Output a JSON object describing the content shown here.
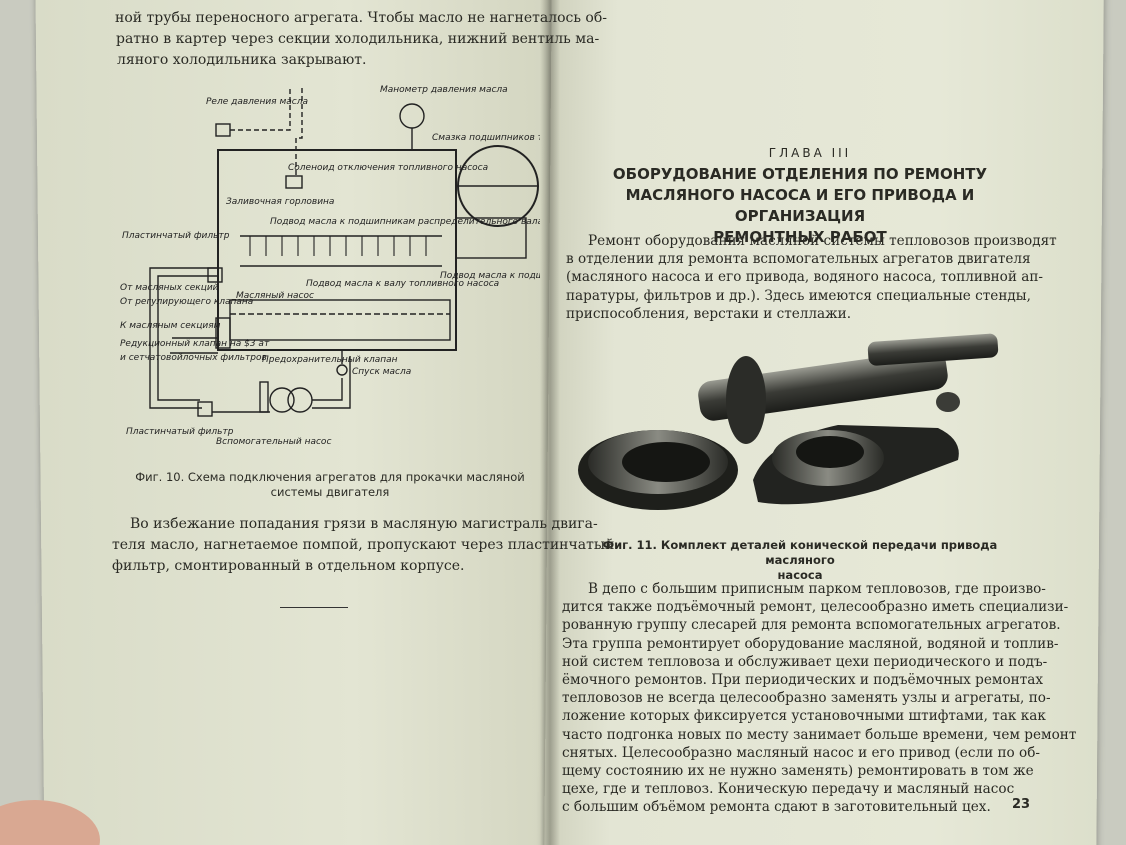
{
  "left_page": {
    "top_lines": [
      "ной трубы переносного агрегата. Чтобы масло не нагнеталось об-",
      "ратно в картер через секции холодильника, нижний вентиль ма-",
      "ляного холодильника закрывают."
    ],
    "diagram_labels": {
      "relay": "Реле давления масла",
      "manometer": "Манометр давления масла",
      "turbo_lube": "Смазка подшипников турбовоздуходувки",
      "solenoid": "Соленоид отключения топливного насоса",
      "filler": "Заливочная горловина",
      "feed_dist": "Подвод масла к подшипникам распределительного вала",
      "plate_filter_top": "Пластинчатый фильтр",
      "from_sections": "От масляных секций",
      "from_regulating": "От регулирующего клапана",
      "to_sections": "К масляным секциям",
      "reducing_valve": "Редукционный клапан на $3 ат",
      "fine_filters": "и сетчатовойлочных фильтров",
      "oil_pump": "Масляный насос",
      "feed_fuel": "Подвод масла к валу топливного насоса",
      "feed_crank": "Подвод масла к подшипникам коленчатого вала",
      "safety_valve": "Предохранительный клапан",
      "drain": "Спуск масла",
      "plate_filter_bottom": "Пластинчатый фильтр",
      "aux_pump": "Вспомогательный насос"
    },
    "figure_caption": "Фиг. 10. Схема подключения агрегатов для прокачки масляной системы двигателя",
    "caption_lines": [
      "Фиг. 10. Схема подключения агрегатов для прокачки масляной",
      "системы двигателя"
    ],
    "bottom_lines": [
      "Во избежание попадания грязи в масляную магистраль двига-",
      "теля масло, нагнетаемое помпой, пропускают через пластинчатый",
      "фильтр, смонтированный в отдельном корпусе."
    ]
  },
  "right_page": {
    "chapter": "ГЛАВА III",
    "title_lines": [
      "ОБОРУДОВАНИЕ ОТДЕЛЕНИЯ ПО РЕМОНТУ",
      "МАСЛЯНОГО НАСОСА И ЕГО ПРИВОДА И ОРГАНИЗАЦИЯ",
      "РЕМОНТНЫХ РАБОТ"
    ],
    "intro_lines": [
      "Ремонт оборудования масляной системы тепловозов производят",
      "в отделении для ремонта вспомогательных агрегатов двигателя",
      "(масляного насоса и его привода, водяного насоса, топливной ап-",
      "паратуры, фильтров и др.). Здесь имеются специальные стенды,",
      "приспособления, верстаки и стеллажи."
    ],
    "figure_caption_lines": [
      "Фиг. 11. Комплект деталей конической передачи привода масляного",
      "насоса"
    ],
    "body_lines": [
      "В депо с большим приписным парком тепловозов, где произво-",
      "дится также подъёмочный ремонт, целесообразно иметь специализи-",
      "рованную группу слесарей для ремонта вспомогательных агрегатов.",
      "Эта группа ремонтирует оборудование масляной, водяной и топлив-",
      "ной систем тепловоза и обслуживает цехи периодического и подъ-",
      "ёмочного ремонтов. При периодических и подъёмочных ремонтах",
      "тепловозов не всегда целесообразно заменять узлы и агрегаты, по-",
      "ложение которых фиксируется установочными штифтами, так как",
      "часто подгонка новых по месту занимает больше времени, чем ремонт",
      "снятых. Целесообразно масляный насос и его привод (если по об-",
      "щему состоянию их не нужно заменять) ремонтировать в том же",
      "цехе, где и тепловоз. Коническую передачу и масляный насос",
      "с большим объёмом ремонта сдают в заготовительный цех."
    ],
    "page_number": "23"
  }
}
